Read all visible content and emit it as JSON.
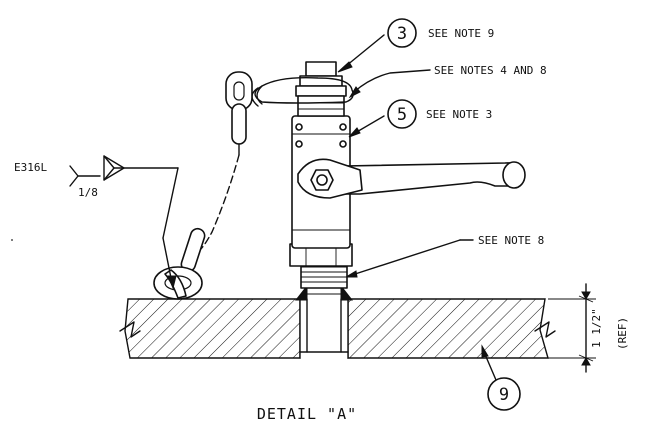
{
  "callouts": {
    "item3_number": "3",
    "item3_note": "SEE NOTE 9",
    "notes_4_8": "SEE NOTES 4 AND 8",
    "item5_number": "5",
    "item5_note": "SEE NOTE 3",
    "note8": "SEE NOTE 8",
    "item9_number": "9"
  },
  "weld_symbol": {
    "material": "E316L",
    "size": "1/8"
  },
  "dimension": {
    "value": "1 1/2\"",
    "qualifier": "(REF)"
  },
  "detail_title": "DETAIL \"A\""
}
